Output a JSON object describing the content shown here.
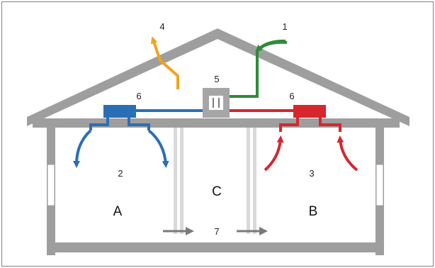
{
  "labels": {
    "n1": "1",
    "n2": "2",
    "n3": "3",
    "n4": "4",
    "n5": "5",
    "n6_left": "6",
    "n6_right": "6",
    "n7": "7",
    "room_a": "A",
    "room_b": "B",
    "room_c": "C"
  },
  "colors": {
    "structure": "#9e9e9e",
    "wall_light": "#d9d9d9",
    "supply": "#2a6fb5",
    "extract": "#d7262e",
    "exhaust": "#f2a31b",
    "intake": "#2e8b3a",
    "flow_arrow": "#7a7a7a"
  }
}
